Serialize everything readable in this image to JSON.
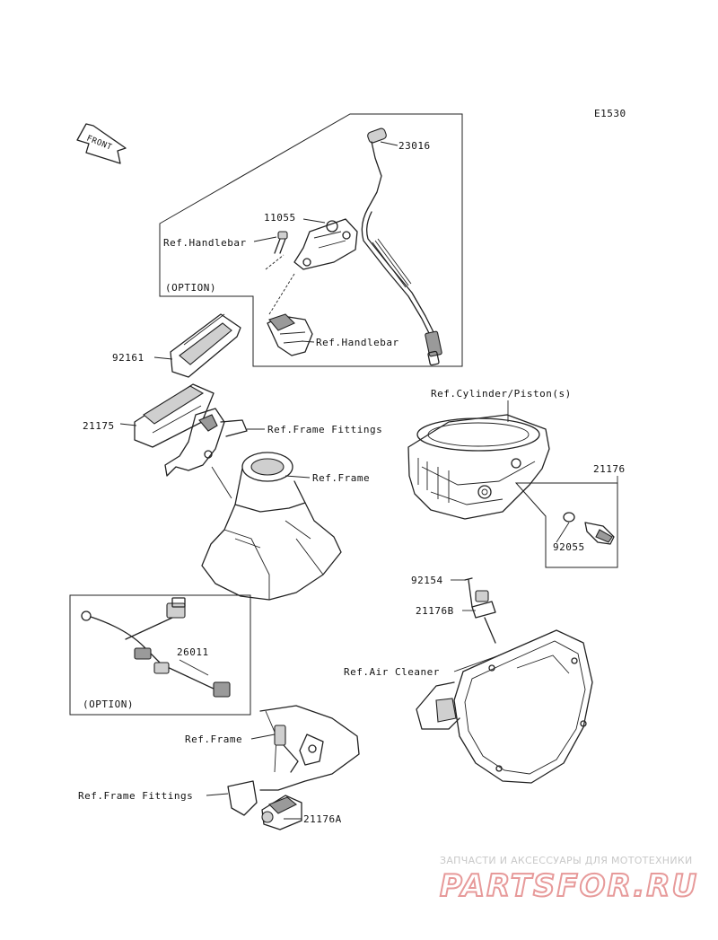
{
  "diagram_code": "E1530",
  "front_arrow_label": "FRONT",
  "labels": {
    "p23016": "23016",
    "p11055": "11055",
    "ref_handlebar_1": "Ref.Handlebar",
    "option_1": "(OPTION)",
    "ref_handlebar_2": "Ref.Handlebar",
    "p92161": "92161",
    "p21175": "21175",
    "ref_frame_fittings_1": "Ref.Frame Fittings",
    "ref_frame_1": "Ref.Frame",
    "ref_cylinder_piston": "Ref.Cylinder/Piston(s)",
    "p21176": "21176",
    "p92055": "92055",
    "p92154": "92154",
    "p21176B": "21176B",
    "p26011": "26011",
    "option_2": "(OPTION)",
    "ref_air_cleaner": "Ref.Air Cleaner",
    "ref_frame_2": "Ref.Frame",
    "ref_frame_fittings_2": "Ref.Frame Fittings",
    "p21176A": "21176A"
  },
  "watermark": {
    "subtitle": "ЗАПЧАСТИ И АКСЕССУАРЫ ДЛЯ МОТОТЕХНИКИ",
    "brand": "PARTSFOR.RU",
    "color": "#e79a9a"
  }
}
